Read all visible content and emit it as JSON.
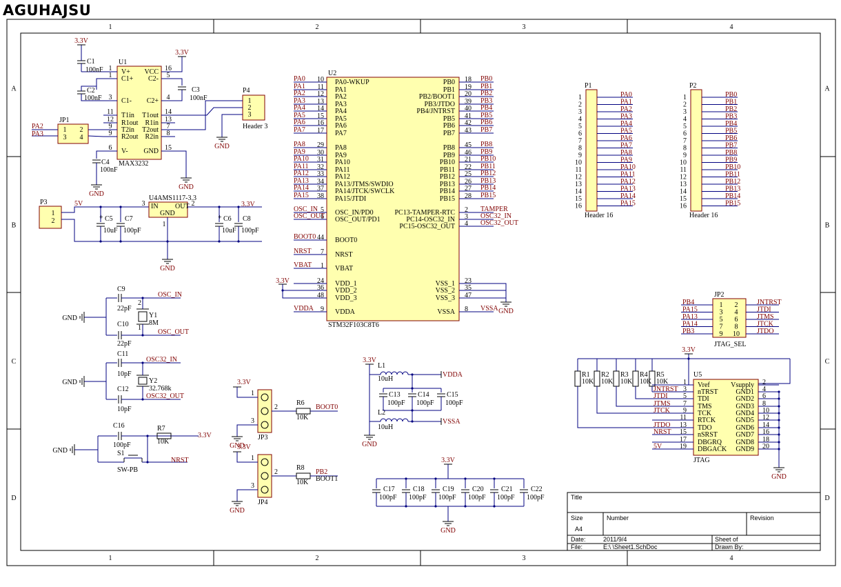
{
  "watermark": "AGUHAJSU",
  "border": {
    "columns": [
      "1",
      "2",
      "3",
      "4"
    ],
    "rows": [
      "A",
      "B",
      "C",
      "D"
    ]
  },
  "title_block": {
    "title": "Title",
    "size_label": "Size",
    "size": "A4",
    "number_label": "Number",
    "revision_label": "Revision",
    "date_label": "Date:",
    "date": "2011/9/4",
    "sheet_label": "Sheet   of",
    "file_label": "File:",
    "file": "E:\\         \\Sheet1.SchDoc",
    "drawn_label": "Drawn By:"
  },
  "u1": {
    "ref": "U1",
    "part": "MAX3232",
    "pins_left": [
      {
        "n": "1",
        "name": "V+"
      },
      {
        "n": "1",
        "name": "C1+"
      },
      {
        "n": "3",
        "name": "C1-"
      },
      {
        "n": "11",
        "name": "T1in"
      },
      {
        "n": "12",
        "name": "R1out"
      },
      {
        "n": "9",
        "name": "T2in"
      },
      {
        "n": "9",
        "name": "R2out"
      },
      {
        "n": "6",
        "name": "V-"
      }
    ],
    "pins_right": [
      {
        "n": "16",
        "name": "VCC"
      },
      {
        "n": "5",
        "name": "C2-"
      },
      {
        "n": "4",
        "name": "C2+"
      },
      {
        "n": "14",
        "name": "T1out"
      },
      {
        "n": "13",
        "name": "R1in"
      },
      {
        "n": "7",
        "name": "T2out"
      },
      {
        "n": "8",
        "name": "R2in"
      },
      {
        "n": "15",
        "name": "GND"
      }
    ]
  },
  "u1_parts": {
    "c1": "C1",
    "c1v": "100nF",
    "c2": "C2",
    "c2v": "100nF",
    "c3": "C3",
    "c3v": "100nF",
    "c4": "C4",
    "c4v": "100nF",
    "v33": "3.3V",
    "gnd": "GND"
  },
  "jp1": {
    "ref": "JP1",
    "pins": [
      "1",
      "2",
      "3",
      "4"
    ],
    "nets": [
      "PA2",
      "PA3"
    ]
  },
  "p4": {
    "ref": "P4",
    "part": "Header 3",
    "pins": [
      "1",
      "2",
      "3"
    ]
  },
  "power": {
    "p3": "P3",
    "p3_pins": [
      "1",
      "2"
    ],
    "v5": "5V",
    "v33": "3.3V",
    "gnd": "GND",
    "reg": "U4AMS1117-3.3",
    "reg_in": "IN",
    "reg_out": "OUT",
    "reg_gnd": "GND",
    "reg_pins": [
      "3",
      "2",
      "1"
    ],
    "caps": [
      {
        "ref": "C5",
        "val": "10uF"
      },
      {
        "ref": "C7",
        "val": "100pF"
      },
      {
        "ref": "C6",
        "val": "10uF"
      },
      {
        "ref": "C8",
        "val": "100pF"
      }
    ]
  },
  "u2": {
    "ref": "U2",
    "part": "STM32F103C8T6",
    "left": [
      {
        "net": "PA0",
        "n": "10",
        "name": "PA0-WKUP"
      },
      {
        "net": "PA1",
        "n": "11",
        "name": "PA1"
      },
      {
        "net": "PA2",
        "n": "12",
        "name": "PA2"
      },
      {
        "net": "PA3",
        "n": "13",
        "name": "PA3"
      },
      {
        "net": "PA4",
        "n": "14",
        "name": "PA4"
      },
      {
        "net": "PA5",
        "n": "15",
        "name": "PA5"
      },
      {
        "net": "PA6",
        "n": "16",
        "name": "PA6"
      },
      {
        "net": "PA7",
        "n": "17",
        "name": "PA7"
      },
      {
        "net": "PA8",
        "n": "29",
        "name": "PA8"
      },
      {
        "net": "PA9",
        "n": "30",
        "name": "PA9"
      },
      {
        "net": "PA10",
        "n": "31",
        "name": "PA10"
      },
      {
        "net": "PA11",
        "n": "32",
        "name": "PA11"
      },
      {
        "net": "PA12",
        "n": "33",
        "name": "PA12"
      },
      {
        "net": "PA13",
        "n": "34",
        "name": "PA13/JTMS/SWDIO"
      },
      {
        "net": "PA14",
        "n": "37",
        "name": "PA14/JTCK/SWCLK"
      },
      {
        "net": "PA15",
        "n": "38",
        "name": "PA15/JTDI"
      },
      {
        "net": "OSC_IN",
        "n": "5",
        "name": "OSC_IN/PD0"
      },
      {
        "net": "OSC_OUT",
        "n": "6",
        "name": "OSC_OUT/PD1"
      },
      {
        "net": "BOOT0",
        "n": "44",
        "name": "BOOT0"
      },
      {
        "net": "NRST",
        "n": "7",
        "name": "NRST"
      },
      {
        "net": "VBAT",
        "n": "1",
        "name": "VBAT"
      },
      {
        "net": "",
        "n": "24",
        "name": "VDD_1"
      },
      {
        "net": "",
        "n": "36",
        "name": "VDD_2"
      },
      {
        "net": "",
        "n": "48",
        "name": "VDD_3"
      },
      {
        "net": "VDDA",
        "n": "9",
        "name": "VDDA"
      }
    ],
    "right": [
      {
        "net": "PB0",
        "n": "18",
        "name": "PB0"
      },
      {
        "net": "PB1",
        "n": "19",
        "name": "PB1"
      },
      {
        "net": "PB2",
        "n": "20",
        "name": "PB2/BOOT1"
      },
      {
        "net": "PB3",
        "n": "39",
        "name": "PB3/JTDO"
      },
      {
        "net": "PB4",
        "n": "40",
        "name": "PB4/JNTRST"
      },
      {
        "net": "PB5",
        "n": "41",
        "name": "PB5"
      },
      {
        "net": "PB6",
        "n": "42",
        "name": "PB6"
      },
      {
        "net": "PB7",
        "n": "43",
        "name": "PB7"
      },
      {
        "net": "PB8",
        "n": "45",
        "name": "PB8"
      },
      {
        "net": "PB9",
        "n": "46",
        "name": "PB9"
      },
      {
        "net": "PB10",
        "n": "21",
        "name": "PB10"
      },
      {
        "net": "PB11",
        "n": "22",
        "name": "PB11"
      },
      {
        "net": "PB12",
        "n": "25",
        "name": "PB12"
      },
      {
        "net": "PB13",
        "n": "26",
        "name": "PB13"
      },
      {
        "net": "PB14",
        "n": "27",
        "name": "PB14"
      },
      {
        "net": "PB15",
        "n": "28",
        "name": "PB15"
      },
      {
        "net": "TAMPER",
        "n": "2",
        "name": "PC13-TAMPER-RTC"
      },
      {
        "net": "OSC32_IN",
        "n": "3",
        "name": "PC14-OSC32_IN"
      },
      {
        "net": "OSC32_OUT",
        "n": "4",
        "name": "PC15-OSC32_OUT"
      },
      {
        "net": "",
        "n": "23",
        "name": "VSS_1"
      },
      {
        "net": "",
        "n": "35",
        "name": "VSS_2"
      },
      {
        "net": "",
        "n": "47",
        "name": "VSS_3"
      },
      {
        "net": "VSSA",
        "n": "8",
        "name": "VSSA"
      }
    ],
    "v33": "3.3V",
    "gnd": "GND"
  },
  "p1": {
    "ref": "P1",
    "part": "Header 16",
    "nets": [
      "PA0",
      "PA1",
      "PA2",
      "PA3",
      "PA4",
      "PA5",
      "PA6",
      "PA7",
      "PA8",
      "PA9",
      "PA10",
      "PA11",
      "PA12",
      "PA13",
      "PA14",
      "PA15"
    ]
  },
  "p2": {
    "ref": "P2",
    "part": "Header 16",
    "nets": [
      "PB0",
      "PB1",
      "PB2",
      "PB3",
      "PB4",
      "PB5",
      "PB6",
      "PB7",
      "PB8",
      "PB9",
      "PB10",
      "PB11",
      "PB12",
      "PB13",
      "PB14",
      "PB15"
    ]
  },
  "pin_numbers": [
    "1",
    "2",
    "3",
    "4",
    "5",
    "6",
    "7",
    "8",
    "9",
    "10",
    "11",
    "12",
    "13",
    "14",
    "15",
    "16"
  ],
  "jp2": {
    "ref": "JP2",
    "part": "JTAG_SEL",
    "left_nets": [
      "PB4",
      "PA15",
      "PA13",
      "PA14",
      "PB3"
    ],
    "left_pins": [
      "1",
      "3",
      "5",
      "7",
      "9"
    ],
    "right_pins": [
      "2",
      "4",
      "6",
      "8",
      "10"
    ],
    "right_nets": [
      "JNTRST",
      "JTDI",
      "JTMS",
      "JTCK",
      "JTDO"
    ]
  },
  "crystals": {
    "gnd": "GND",
    "c9": "C9",
    "c9v": "22pF",
    "c10": "C10",
    "c10v": "22pF",
    "y1": "Y1",
    "y1v": "8M",
    "osc_in": "OSC_IN",
    "osc_out": "OSC_OUT",
    "c11": "C11",
    "c11v": "10pF",
    "c12": "C12",
    "c12v": "10pF",
    "y2": "Y2",
    "y2v": "32.768k",
    "osc32_in": "OSC32_IN",
    "osc32_out": "OSC32_OUT",
    "pin1": "1",
    "pin2": "2"
  },
  "reset": {
    "gnd": "GND",
    "c16": "C16",
    "c16v": "100pF",
    "r7": "R7",
    "r7v": "10K",
    "v33": "3.3V",
    "s1": "S1",
    "s1v": "SW-PB",
    "nrst": "NRST"
  },
  "jp3": {
    "ref": "JP3",
    "v33": "3.3V",
    "gnd": "GND",
    "pins": [
      "1",
      "2",
      "3"
    ],
    "r": "R6",
    "rv": "10K",
    "net": "BOOT0"
  },
  "jp4": {
    "ref": "JP4",
    "v33": "3.3V",
    "gnd": "GND",
    "pins": [
      "1",
      "2",
      "3"
    ],
    "r": "R8",
    "rv": "10K",
    "net": "PB2",
    "net2": "BOOT1"
  },
  "analog": {
    "v33": "3.3V",
    "gnd": "GND",
    "l1": "L1",
    "l1v": "10uH",
    "l2": "L2",
    "l2v": "10uH",
    "vdda": "VDDA",
    "vssa": "VSSA",
    "caps": [
      {
        "ref": "C13",
        "val": "100pF"
      },
      {
        "ref": "C14",
        "val": "100pF"
      },
      {
        "ref": "C15",
        "val": "100pF"
      }
    ]
  },
  "decoupling": {
    "v33": "3.3V",
    "gnd": "GND",
    "caps": [
      {
        "ref": "C17",
        "val": "100pF"
      },
      {
        "ref": "C18",
        "val": "100pF"
      },
      {
        "ref": "C19",
        "val": "100pF"
      },
      {
        "ref": "C20",
        "val": "100pF"
      },
      {
        "ref": "C21",
        "val": "100pF"
      },
      {
        "ref": "C22",
        "val": "100pF"
      }
    ]
  },
  "jtag": {
    "v33": "3.3V",
    "gnd": "GND",
    "resistors": [
      {
        "ref": "R1",
        "val": "10K"
      },
      {
        "ref": "R2",
        "val": "10K"
      },
      {
        "ref": "R3",
        "val": "10K"
      },
      {
        "ref": "R4",
        "val": "10K"
      },
      {
        "ref": "R5",
        "val": "10K"
      }
    ],
    "u5": "U5",
    "part": "JTAG",
    "left": [
      {
        "net": "",
        "n": "1",
        "name": "Vref"
      },
      {
        "net": "JNTRST",
        "n": "3",
        "name": "nTRST"
      },
      {
        "net": "JTDI",
        "n": "5",
        "name": "TDI"
      },
      {
        "net": "JTMS",
        "n": "7",
        "name": "TMS"
      },
      {
        "net": "JTCK",
        "n": "9",
        "name": "TCK"
      },
      {
        "net": "",
        "n": "11",
        "name": "RTCK"
      },
      {
        "net": "JTDO",
        "n": "13",
        "name": "TDO"
      },
      {
        "net": "NRST",
        "n": "15",
        "name": "nSRST"
      },
      {
        "net": "",
        "n": "17",
        "name": "DBGRQ"
      },
      {
        "net": "5V",
        "n": "19",
        "name": "DBGACK"
      }
    ],
    "right": [
      {
        "n": "2",
        "name": "Vsupply"
      },
      {
        "n": "4",
        "name": "GND1"
      },
      {
        "n": "6",
        "name": "GND2"
      },
      {
        "n": "8",
        "name": "GND3"
      },
      {
        "n": "10",
        "name": "GND4"
      },
      {
        "n": "12",
        "name": "GND5"
      },
      {
        "n": "14",
        "name": "GND6"
      },
      {
        "n": "16",
        "name": "GND7"
      },
      {
        "n": "18",
        "name": "GND8"
      },
      {
        "n": "20",
        "name": "GND9"
      }
    ]
  }
}
